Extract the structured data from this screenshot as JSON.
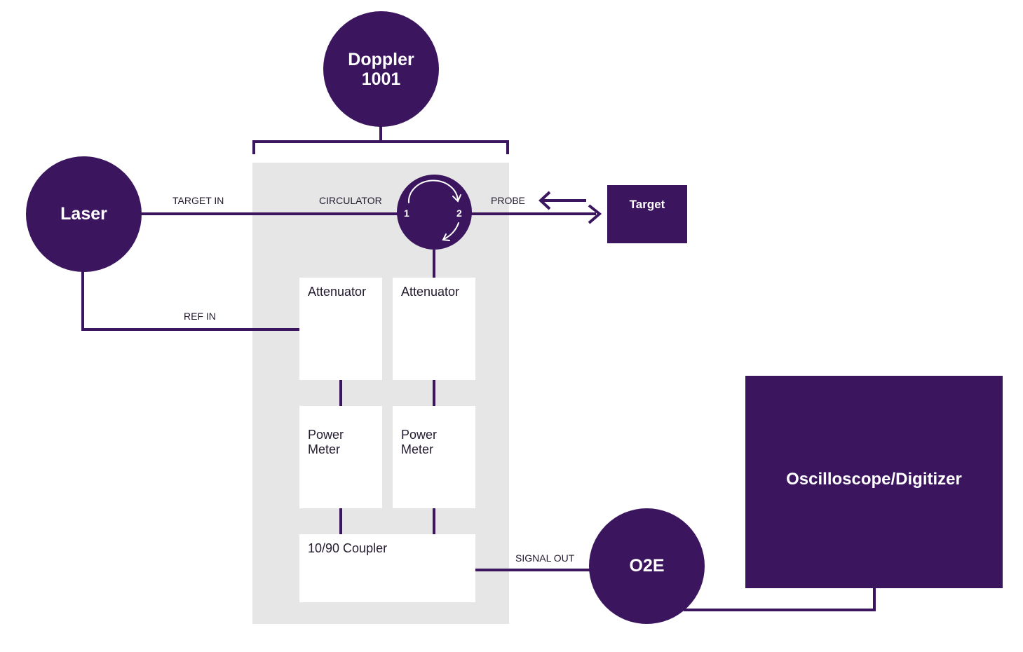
{
  "colors": {
    "primary": "#3b155e",
    "panel": "#e6e6e6",
    "box": "#ffffff",
    "text_dark": "#231a2e",
    "text_light": "#ffffff"
  },
  "nodes": {
    "doppler": {
      "line1": "Doppler",
      "line2": "1001"
    },
    "laser": {
      "label": "Laser"
    },
    "circulator": {
      "port1": "1",
      "port2": "2"
    },
    "target": {
      "label": "Target"
    },
    "o2e": {
      "label": "O2E"
    },
    "oscilloscope": {
      "label": "Oscilloscope/Digitizer"
    }
  },
  "modules": {
    "attenuator_left": "Attenuator",
    "attenuator_right": "Attenuator",
    "power_meter_left": "Power\nMeter",
    "power_meter_right": "Power\nMeter",
    "coupler": "10/90 Coupler"
  },
  "connection_labels": {
    "target_in": "TARGET IN",
    "circulator": "CIRCULATOR",
    "probe": "PROBE",
    "ref_in": "REF IN",
    "signal_out": "SIGNAL OUT"
  }
}
